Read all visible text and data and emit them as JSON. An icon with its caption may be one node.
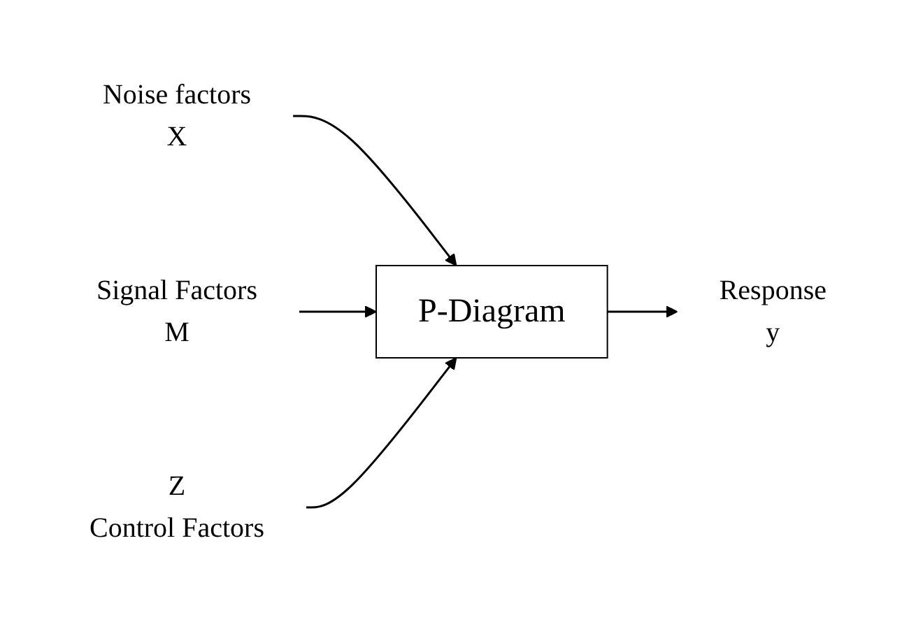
{
  "diagram": {
    "nodes": [
      {
        "text": [
          "Noise factors",
          "X"
        ]
      },
      {
        "text": [
          "Signal Factors",
          "M"
        ]
      },
      {
        "text": [
          "P-Diagram"
        ]
      },
      {
        "text": [
          "Response",
          "y"
        ]
      },
      {
        "text": [
          "Z",
          "Control Factors"
        ]
      }
    ],
    "edges": [
      {
        "from": 0,
        "to": 2,
        "arrow": "to"
      },
      {
        "from": 1,
        "to": 2,
        "arrow": "to"
      },
      {
        "from": 2,
        "to": 3,
        "arrow": "to"
      },
      {
        "from": 4,
        "to": 2,
        "arrow": "to"
      }
    ]
  }
}
